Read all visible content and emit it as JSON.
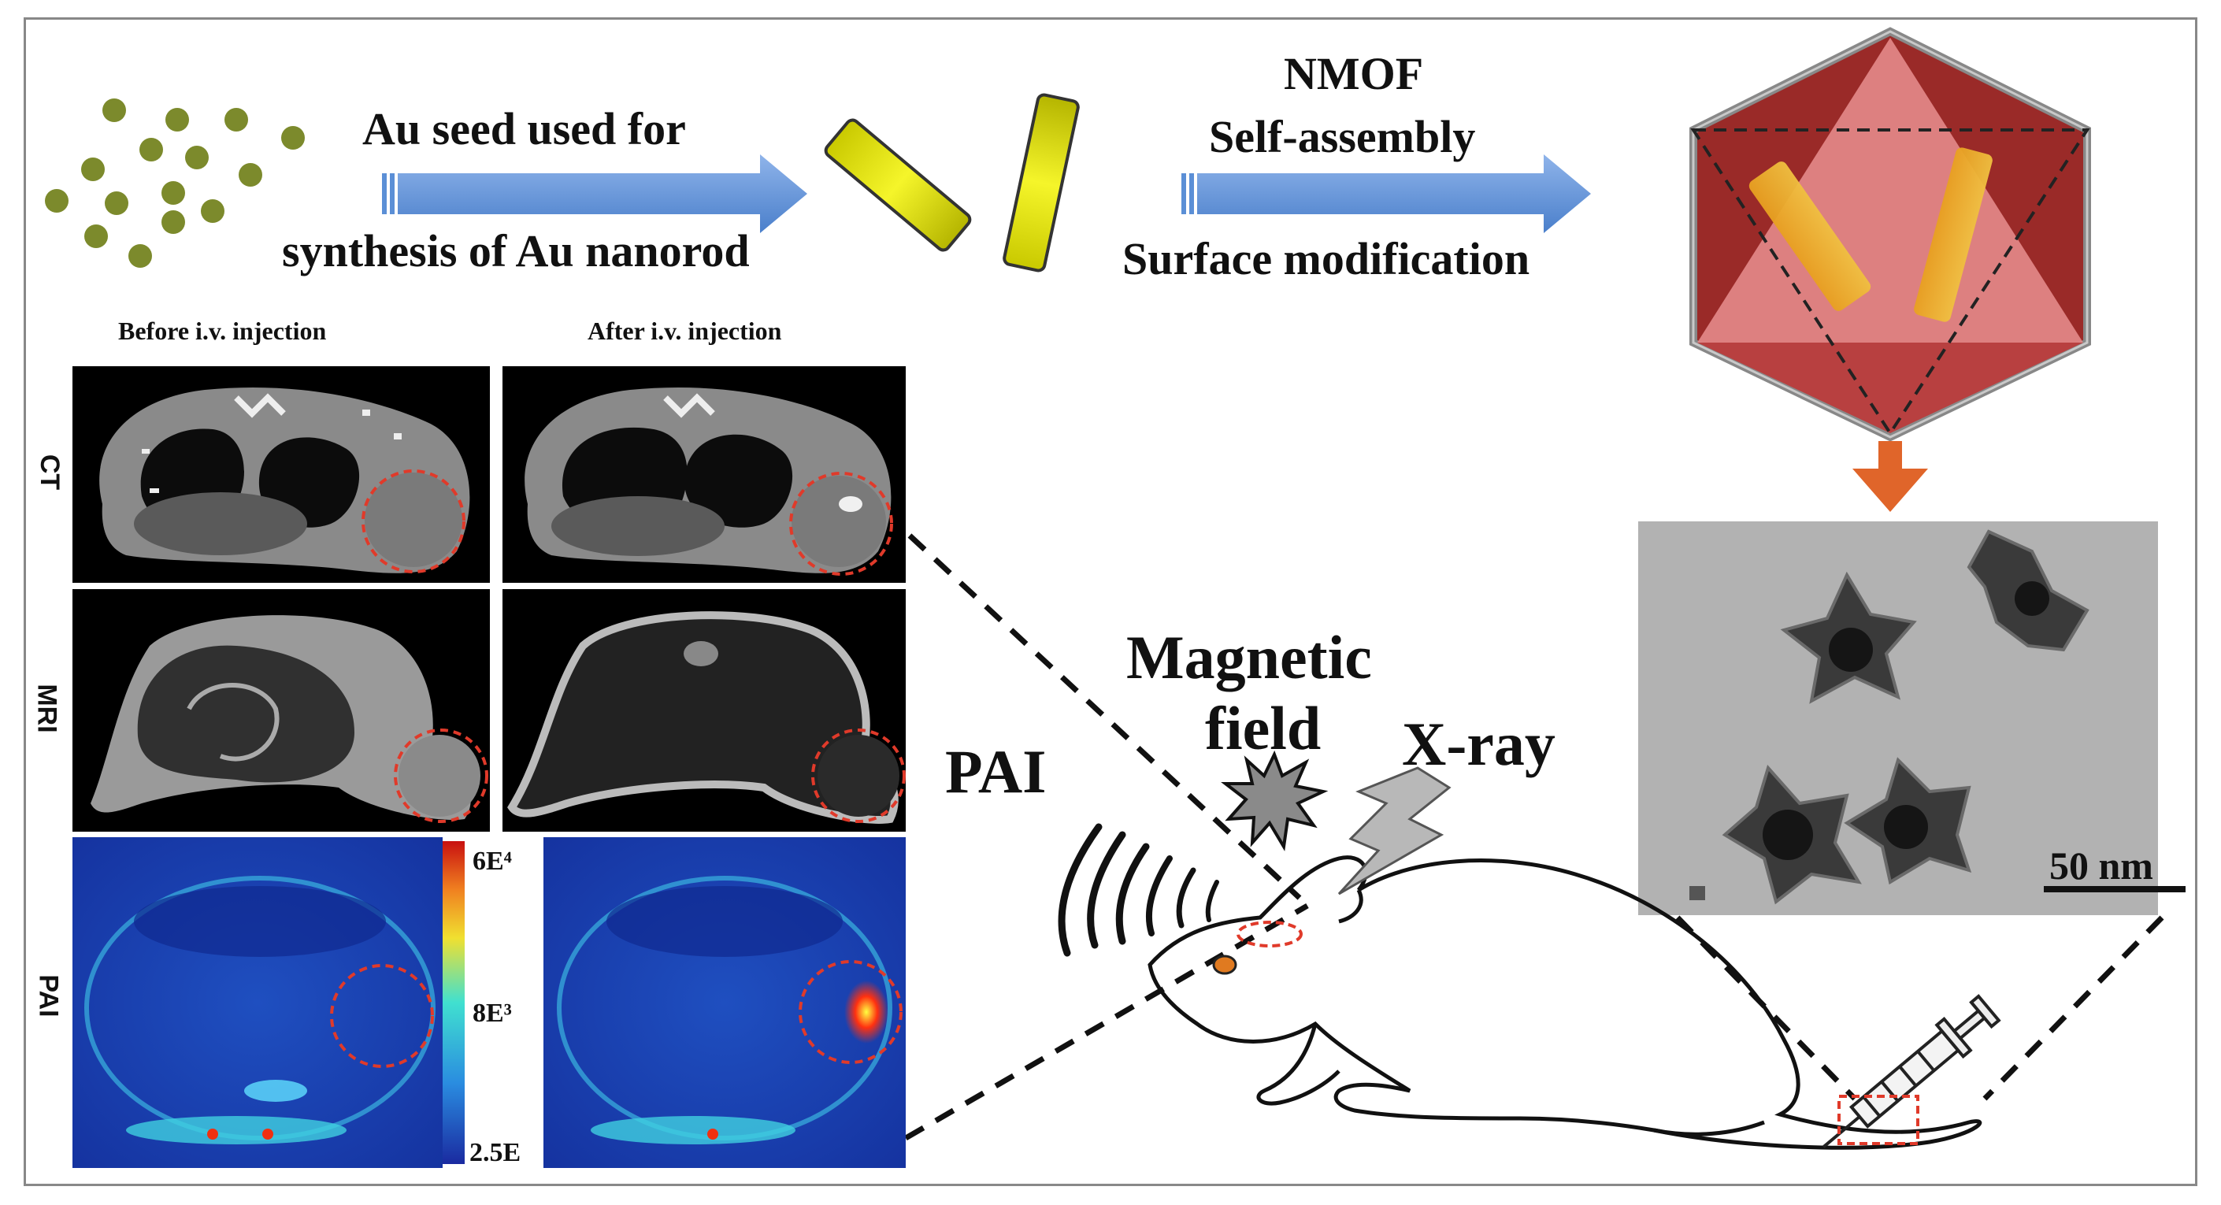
{
  "steps": {
    "step1_top": "Au seed used for",
    "step1_bottom": "synthesis of Au nanorod",
    "step2_line1": "NMOF",
    "step2_line2": "Self-assembly",
    "step2_line3": "Surface modification"
  },
  "panels": {
    "before_label": "Before i.v. injection",
    "after_label": "After i.v. injection",
    "row_ct": "CT",
    "row_mri": "MRI",
    "row_pai": "PAI",
    "colorbar_max": "6E⁴",
    "colorbar_mid": "8E³",
    "colorbar_min": "2.5E"
  },
  "modalities": {
    "pai": "PAI",
    "magnetic_line1": "Magnetic",
    "magnetic_line2": "field",
    "xray": "X-ray"
  },
  "tem": {
    "scale_bar": "50 nm"
  },
  "colors": {
    "arrow_blue": "#5b8fd6",
    "seed_green": "#7c8a2c",
    "nanorod_yellow": "#e6e600",
    "nmof_red": "#a8322e",
    "down_arrow_orange": "#e0652a",
    "tumor_circle": "#e03a2a"
  }
}
